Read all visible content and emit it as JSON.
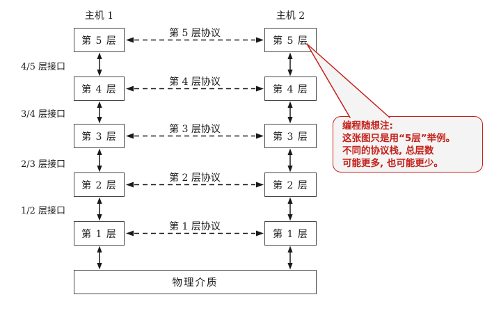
{
  "diagram": {
    "hosts": {
      "host1": "主机 1",
      "host2": "主机 2"
    },
    "rows": [
      {
        "left": "第 5 层",
        "right": "第 5 层",
        "protocol": "第 5 层协议"
      },
      {
        "left": "第 4 层",
        "right": "第 4 层",
        "protocol": "第 4 层协议"
      },
      {
        "left": "第 3 层",
        "right": "第 3 层",
        "protocol": "第 3 层协议"
      },
      {
        "left": "第 2 层",
        "right": "第 2 层",
        "protocol": "第 2 层协议"
      },
      {
        "left": "第 1 层",
        "right": "第 1 层",
        "protocol": "第 1 层协议"
      }
    ],
    "interfaces": [
      {
        "label": "4/5 层接口"
      },
      {
        "label": "3/4 层接口"
      },
      {
        "label": "2/3 层接口"
      },
      {
        "label": "1/2 层接口"
      }
    ],
    "medium": "物理介质",
    "callout": {
      "line1": "编程随想注:",
      "line2": "这张图只是用“5层”举例。",
      "line3": "不同的协议栈, 总层数",
      "line4": "可能更多, 也可能更少。"
    },
    "colors": {
      "ink": "#1a1a1a",
      "box_border": "#474747",
      "annotation_red": "#c4211a",
      "callout_fill": "#f4f4f4",
      "background": "#ffffff"
    }
  }
}
